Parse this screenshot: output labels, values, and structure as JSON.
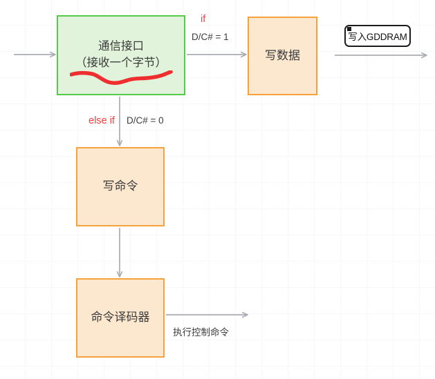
{
  "diagram": {
    "title": "SSD1306 communication interface flow",
    "colors": {
      "green_border": "#54c94a",
      "green_fill": "#e2f3dc",
      "orange_border": "#f6a13c",
      "orange_fill": "#fce8cf",
      "arrow_gray": "#a9acb2",
      "accent_red": "#fc3b3b",
      "note_border": "#1a1a1a",
      "text": "#3b3b3b",
      "grid": "#f6f7f8",
      "background": "#ffffff"
    },
    "nodes": [
      {
        "id": "comm-iface",
        "line1": "通信接口",
        "line2": "（接收一个字节）",
        "style": "green",
        "annotation": "red-squiggle-underline"
      },
      {
        "id": "write-data",
        "line1": "写数据",
        "style": "orange"
      },
      {
        "id": "write-cmd",
        "line1": "写命令",
        "style": "orange"
      },
      {
        "id": "cmd-decoder",
        "line1": "命令译码器",
        "style": "orange"
      }
    ],
    "edges": [
      {
        "id": "input-arrow",
        "label": "",
        "from": "external-input",
        "to": "comm-iface"
      },
      {
        "id": "iface-to-write-data",
        "condition": "if",
        "label": "D/C# = 1",
        "from": "comm-iface",
        "to": "write-data"
      },
      {
        "id": "iface-to-write-cmd",
        "condition": "else if",
        "label": "D/C# = 0",
        "from": "comm-iface",
        "to": "write-cmd"
      },
      {
        "id": "write-data-to-gddram",
        "label": "",
        "from": "write-data",
        "to": "external-output"
      },
      {
        "id": "write-cmd-to-decoder",
        "label": "",
        "from": "write-cmd",
        "to": "cmd-decoder"
      },
      {
        "id": "decoder-to-output",
        "label": "执行控制命令",
        "from": "cmd-decoder",
        "to": "external-output"
      }
    ],
    "labels": {
      "if": "if",
      "dc_high": "D/C# = 1",
      "else_if": "else if",
      "dc_low": "D/C# = 0",
      "exec_cmd": "执行控制命令"
    },
    "note": {
      "text": "写入GDDRAM",
      "has_handle": true
    }
  }
}
